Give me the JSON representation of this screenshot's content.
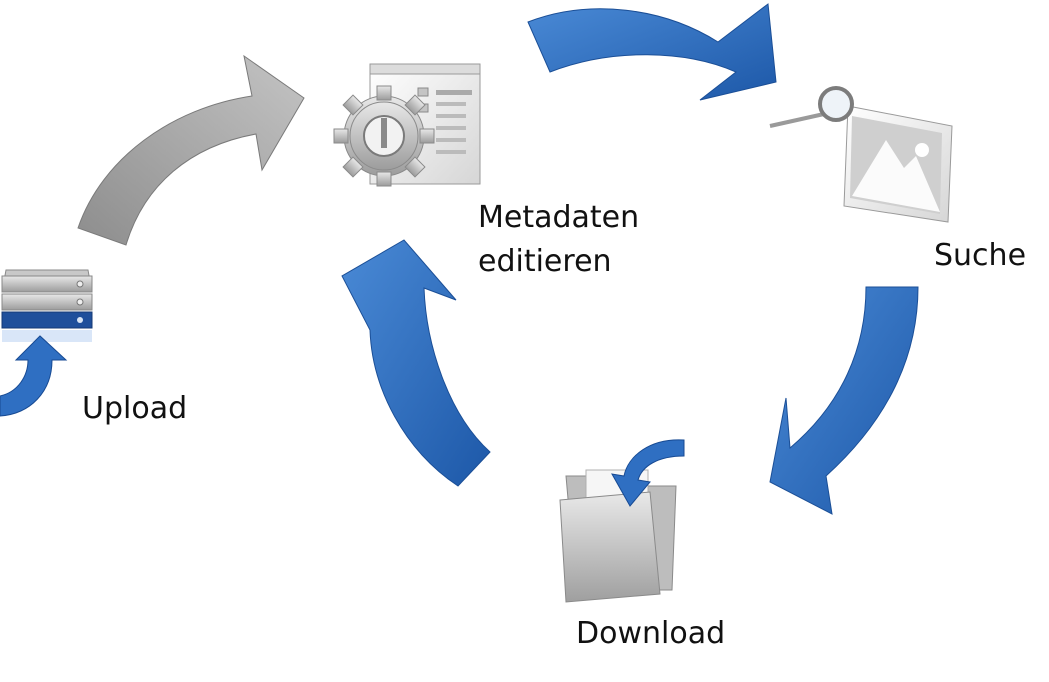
{
  "diagram": {
    "nodes": [
      {
        "id": "upload",
        "label": "Upload",
        "icon": "server-upload-icon"
      },
      {
        "id": "metadata",
        "label_line1": "Metadaten",
        "label_line2": "editieren",
        "icon": "gear-document-icon"
      },
      {
        "id": "search",
        "label": "Suche",
        "icon": "image-search-icon"
      },
      {
        "id": "download",
        "label": "Download",
        "icon": "folder-download-icon"
      }
    ],
    "edges": [
      {
        "from": "upload",
        "to": "metadata",
        "color": "#9a9a9a"
      },
      {
        "from": "metadata",
        "to": "search",
        "color": "#2f6fc2"
      },
      {
        "from": "search",
        "to": "download",
        "color": "#2f6fc2"
      },
      {
        "from": "download",
        "to": "metadata",
        "color": "#2f6fc2"
      }
    ]
  },
  "colors": {
    "blue": "#2f6fc2",
    "blue_dark": "#1b4f97",
    "gray": "#9a9a9a",
    "gray_dark": "#6e6e6e"
  }
}
